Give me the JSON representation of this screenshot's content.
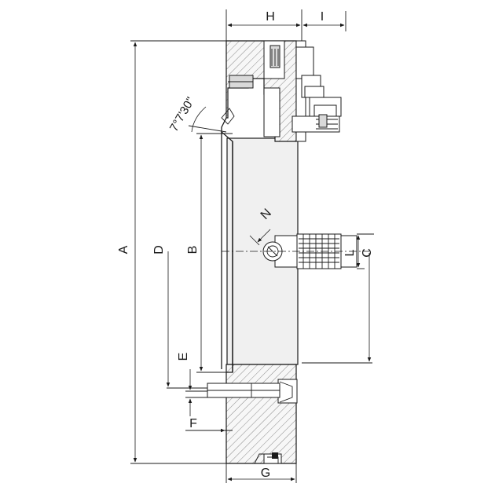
{
  "labels": {
    "A": "A",
    "B": "B",
    "C": "C",
    "D": "D",
    "E": "E",
    "F": "F",
    "G": "G",
    "H": "H",
    "I": "I",
    "L": "L",
    "N": "N"
  },
  "angle": "7°7'30\"",
  "colors": {
    "line": "#1a1a1a",
    "face": "#f0f0f0",
    "hatch": "#8a8a8a"
  }
}
